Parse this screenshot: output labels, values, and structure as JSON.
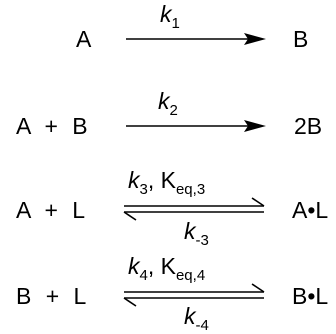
{
  "reactions": [
    {
      "lhs": "A",
      "rhs": "B",
      "forward": {
        "k": "k",
        "sub": "1"
      }
    },
    {
      "lhs": "A + B",
      "rhs": "2B",
      "forward": {
        "k": "k",
        "sub": "2"
      }
    },
    {
      "lhs": "A + L",
      "rhs": "A•L",
      "forward": {
        "k": "k",
        "sub": "3",
        "sep": ", ",
        "K": "K",
        "Ksub": "eq,3"
      },
      "reverse": {
        "k": "k",
        "sub": "-3"
      }
    },
    {
      "lhs": "B + L",
      "rhs": "B•L",
      "forward": {
        "k": "k",
        "sub": "4",
        "sep": ", ",
        "K": "K",
        "Ksub": "eq,4"
      },
      "reverse": {
        "k": "k",
        "sub": "-4"
      }
    }
  ],
  "colors": {
    "ink": "#000000",
    "background": "#ffffff"
  }
}
